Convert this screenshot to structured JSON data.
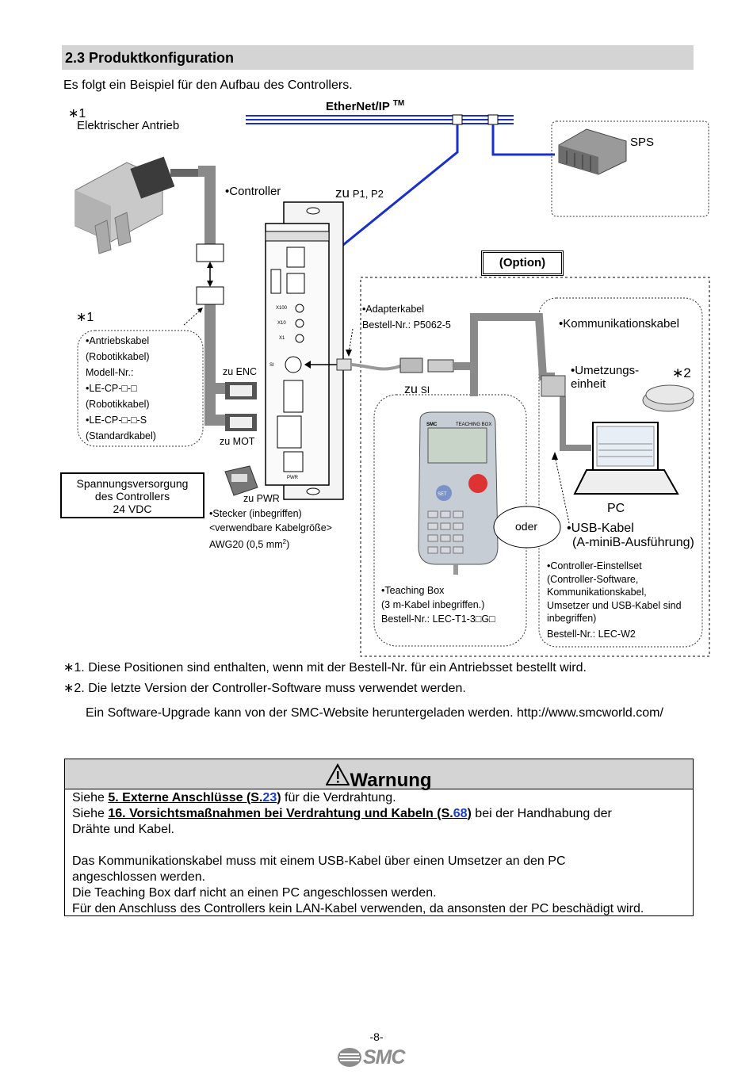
{
  "section": {
    "title": "2.3 Produktkonfiguration"
  },
  "intro": "Es folgt ein Beispiel für den Aufbau des Controllers.",
  "diagram": {
    "note1_marker_top": "∗1",
    "actuator_label": "Elektrischer Antrieb",
    "ethernet_label": "EtherNet/IP",
    "ethernet_tm": "TM",
    "sps_label": "SPS",
    "controller_label": "•Controller",
    "zu_p_prefix": "zu",
    "zu_p_ports": "P1, P2",
    "option_label": "(Option)",
    "note1_marker_mid": "∗1",
    "cable_spec": [
      "•Antriebskabel",
      " (Robotikkabel)",
      " Modell-Nr.:",
      " •LE-CP-□-□",
      "   (Robotikkabel)",
      " •LE-CP-□-□-S",
      "   (Standardkabel)"
    ],
    "zu_enc": "zu ENC",
    "zu_mot": "zu MOT",
    "zu_pwr": "zu PWR",
    "power_box": [
      "Spannungsversorgung",
      "des Controllers",
      "24 VDC"
    ],
    "connector_note": [
      "•Stecker (inbegriffen)",
      "<verwendbare Kabelgröße>",
      "AWG20 (0,5 mm"
    ],
    "connector_sup": "2",
    "connector_close": ")",
    "adapter": [
      "•Adapterkabel",
      "Bestell-Nr.: P5062-5"
    ],
    "zu_si_prefix": "zu",
    "zu_si_port": "SI",
    "comm_cable": "•Kommunikationskabel",
    "converter": [
      "•Umetzungs-",
      " einheit"
    ],
    "note2_marker": "∗2",
    "teaching_box_title": "TEACHING BOX",
    "teaching_box_brand": "SMC",
    "teaching_box_note": [
      "•Teaching Box",
      " (3 m-Kabel inbegriffen.)",
      " Bestell-Nr.: LEC-T1-3□G□"
    ],
    "oder": "oder",
    "pc_label": "PC",
    "usb_cable": [
      "•USB-Kabel",
      "(A-miniB-Ausführung)"
    ],
    "setup_kit": [
      "•Controller-Einstellset",
      " (Controller-Software,",
      " Kommunikationskabel,",
      " Umsetzer und USB-Kabel sind",
      " inbegriffen)",
      " Bestell-Nr.: LEC-W2"
    ],
    "set_button": "SET",
    "ctrl_ports": [
      "X100",
      "X10",
      "X1",
      "SI",
      "PWR"
    ]
  },
  "notes": [
    "∗1. Diese Positionen sind enthalten, wenn mit der Bestell-Nr. für ein Antriebsset bestellt wird.",
    "∗2. Die letzte Version der Controller-Software muss verwendet werden.",
    "Ein Software-Upgrade kann von der SMC-Website heruntergeladen werden. http://www.smcworld.com/"
  ],
  "warning": {
    "title": "Warnung",
    "line1_pre": "Siehe ",
    "line1_link": "5. Externe Anschlüsse (S.",
    "line1_page": "23",
    "line1_link_close": ")",
    "line1_post": " für die Verdrahtung.",
    "line2_pre": "Siehe ",
    "line2_link": "16. Vorsichtsmaßnahmen bei Verdrahtung und Kabeln (S.",
    "line2_page": "68",
    "line2_link_close": ")",
    "line2_post": " bei der Handhabung der",
    "line3": "Drähte und Kabel.",
    "para2": [
      "Das Kommunikationskabel muss mit einem USB-Kabel über einen Umsetzer an den PC",
      "angeschlossen werden.",
      "Die Teaching Box darf nicht an einen PC angeschlossen werden.",
      "Für den Anschluss des Controllers kein LAN-Kabel verwenden, da ansonsten der PC beschädigt wird."
    ]
  },
  "footer": {
    "page": "-8-",
    "logo": "SMC"
  },
  "colors": {
    "ethernet": "#1a2fd0",
    "cable": "#8a8a8a",
    "header_bg": "#d4d4d4"
  }
}
